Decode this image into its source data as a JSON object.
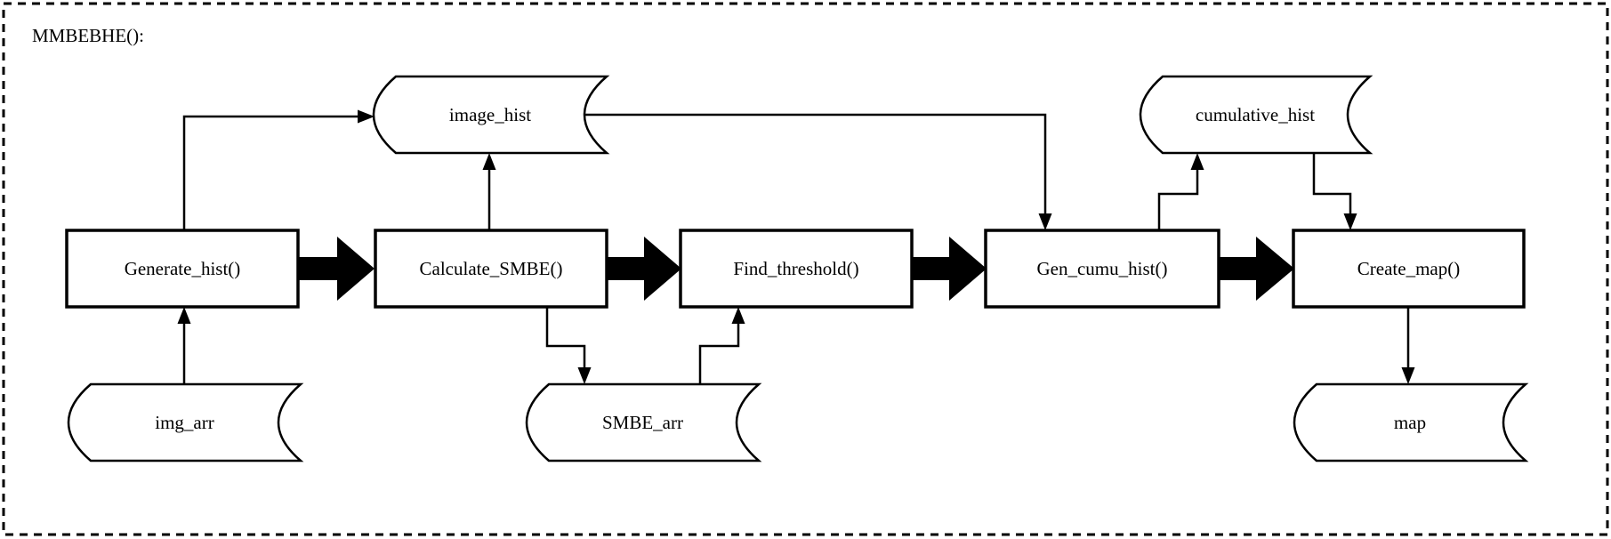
{
  "diagram": {
    "title": "MMBEBHE():",
    "process_nodes": [
      {
        "id": "generate-hist",
        "label": "Generate_hist()"
      },
      {
        "id": "calculate-smbe",
        "label": "Calculate_SMBE()"
      },
      {
        "id": "find-threshold",
        "label": "Find_threshold()"
      },
      {
        "id": "gen-cumu-hist",
        "label": "Gen_cumu_hist()"
      },
      {
        "id": "create-map",
        "label": "Create_map()"
      }
    ],
    "data_nodes": [
      {
        "id": "image-hist",
        "label": "image_hist"
      },
      {
        "id": "cumulative-hist",
        "label": "cumulative_hist"
      },
      {
        "id": "img-arr",
        "label": "img_arr"
      },
      {
        "id": "smbe-arr",
        "label": "SMBE_arr"
      },
      {
        "id": "map",
        "label": "map"
      }
    ],
    "colors": {
      "stroke": "#000000",
      "background": "#ffffff"
    }
  }
}
